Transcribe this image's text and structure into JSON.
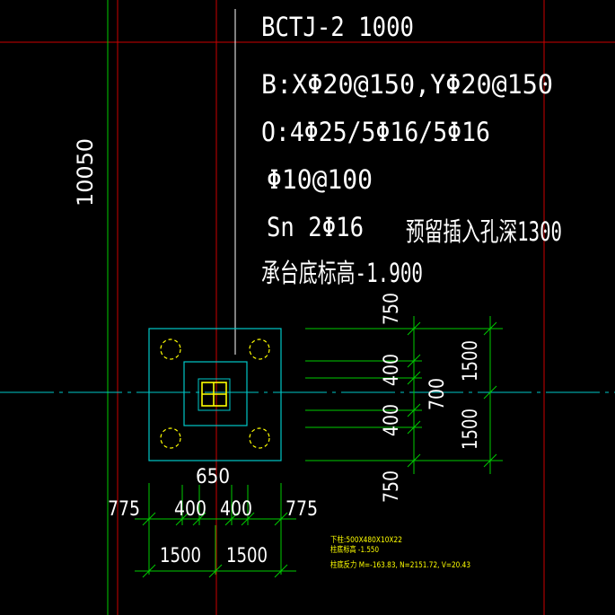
{
  "annotation": {
    "line1": "BCTJ-2 1000",
    "line2": "B:XΦ20@150,YΦ20@150",
    "line3": "O:4Φ25/5Φ16/5Φ16",
    "line4": "Φ10@100",
    "line5a": "Sn 2Φ16",
    "line5b": "预留插入孔深1300",
    "line6": "承台底标高-1.900"
  },
  "left_dim": "10050",
  "dims_right": {
    "top_750": "750",
    "d400_a": "400",
    "d700": "700",
    "d400_b": "400",
    "d1500_a": "1500",
    "d1500_b": "1500",
    "bottom_750": "750"
  },
  "dims_bottom": {
    "d650": "650",
    "d775_a": "775",
    "d400_a": "400",
    "d400_b": "400",
    "d775_b": "775",
    "d1500_a": "1500",
    "d1500_b": "1500"
  },
  "notes": {
    "line1": "下柱:500X480X10X22",
    "line2": "柱底标高 -1.550",
    "line3": "柱底反力  M=-163.83,   N=2151.72,   V=20.43"
  },
  "colors": {
    "axis_line": "#00cc00",
    "grid_line": "#cc0000",
    "cap_outline": "#00c8c8",
    "dim_line": "#00cc00",
    "column": "#ffff00",
    "text": "#ffffff",
    "note": "#ffff00"
  }
}
